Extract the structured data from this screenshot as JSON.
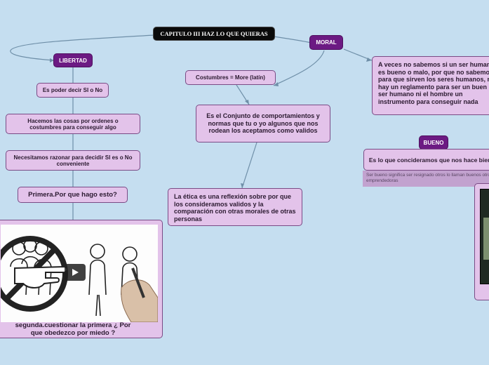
{
  "root": {
    "title": "CAPITULO III  HAZ LO QUE QUIERAS"
  },
  "libertad": {
    "label": "LIBERTAD",
    "items": [
      "Es poder decir SI o No",
      "Hacemos las cosas por ordenes o costumbres para conseguir algo",
      "Necesitamos razonar para decidir SI es o No conveniente",
      "Primera.Por que hago esto?"
    ],
    "video_caption": "segunda.cuestionar la primera ¿ Por que obedezco por miedo ?"
  },
  "moral": {
    "label": "MORAL",
    "costumbres": "Costumbres = More (latín)",
    "conjunto": "Es el Conjunto de comportamientos y normas que tu o yo algunos que nos rodean los aceptamos como validos",
    "etica": "La ética es una reflexión sobre por que los consideramos validos y la comparación con otras morales de otras personas",
    "a_veces": "A veces no sabemos si un ser humano es bueno o malo, por que no sabemos para que sirven los seres humanos, no hay un reglamento para ser un buen ser humano ni el hombre un instrumento para conseguir nada"
  },
  "bueno": {
    "label": "BUENO",
    "definition": "Es lo que concideramos que nos hace bien",
    "note": "Ser bueno significa ser resignado otros lo llaman buenos otros emprendedoras"
  },
  "colors": {
    "background": "#c5def0",
    "node_fill": "#e3c3ea",
    "label_fill": "#6c1a83",
    "root_fill": "#0a0a0a"
  }
}
